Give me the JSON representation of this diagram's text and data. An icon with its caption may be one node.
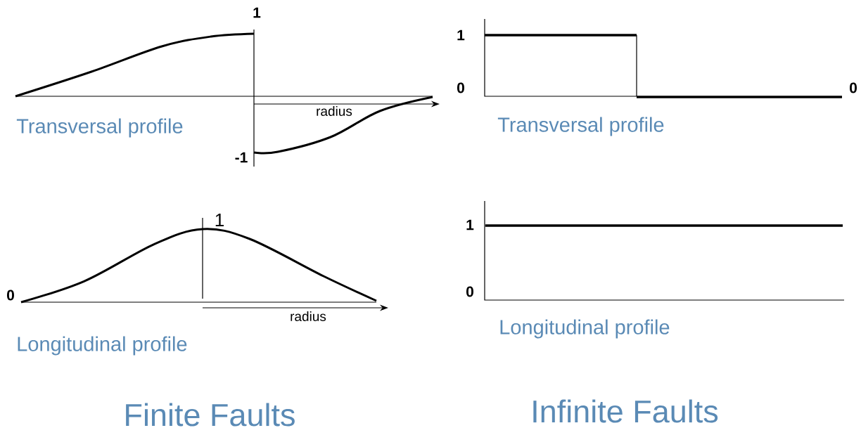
{
  "diagram": {
    "labels": [
      "1",
      "Transversal profile",
      "radius",
      "-1",
      "1",
      "0",
      "0",
      "Transversal profile",
      "1",
      "0",
      "radius",
      "Longitudinal profile",
      "1",
      "0",
      "Longitudinal profile",
      "Finite Faults",
      "Infinite Faults"
    ]
  }
}
